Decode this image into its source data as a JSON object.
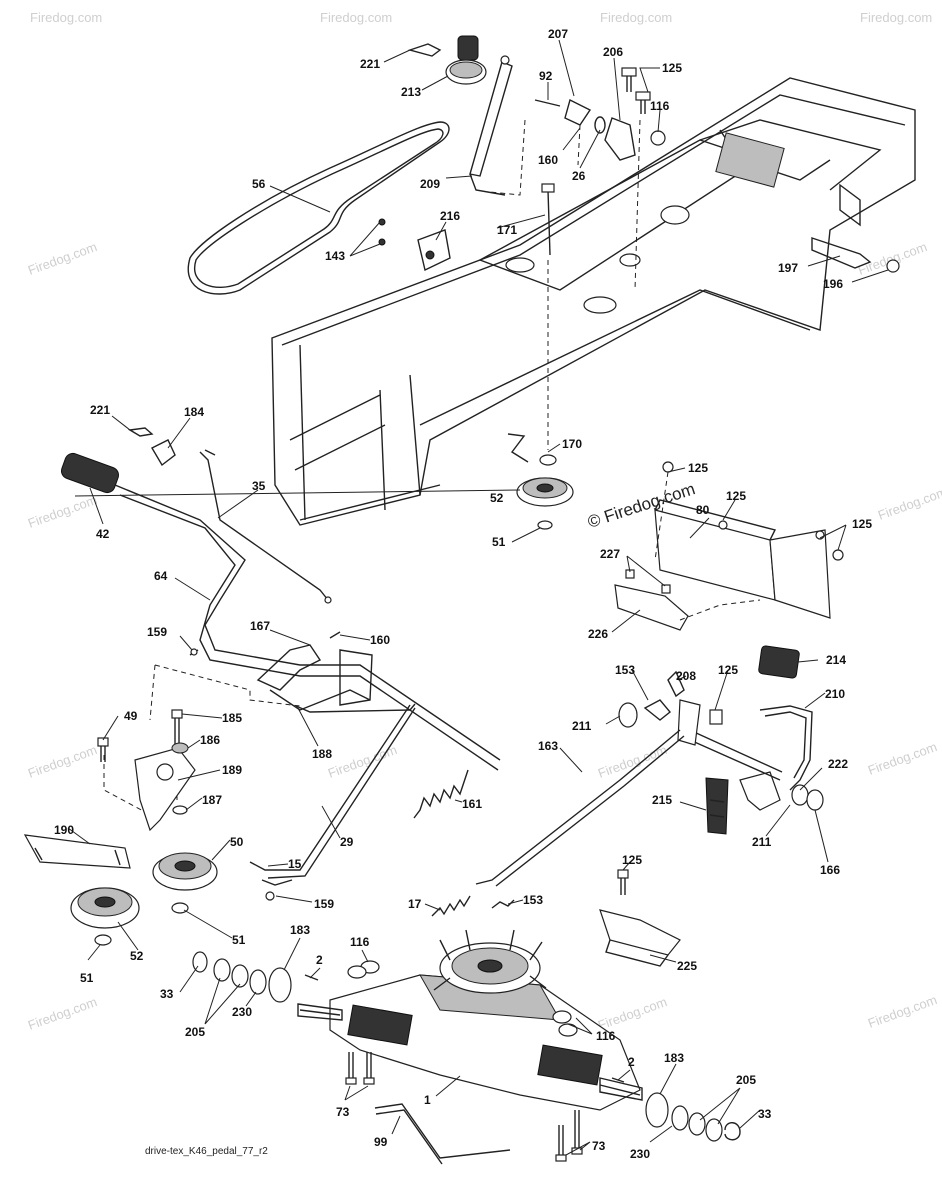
{
  "watermark": {
    "brand": "Firedog.com",
    "center_text": "© Firedog.com"
  },
  "footer": {
    "drawing_id": "drive-tex_K46_pedal_77_r2"
  },
  "callouts": [
    "221",
    "213",
    "207",
    "206",
    "92",
    "125",
    "116",
    "160",
    "26",
    "56",
    "209",
    "171",
    "216",
    "143",
    "197",
    "196",
    "221",
    "184",
    "170",
    "42",
    "35",
    "52",
    "125",
    "51",
    "80",
    "125",
    "125",
    "64",
    "227",
    "167",
    "160",
    "159",
    "226",
    "214",
    "153",
    "208",
    "125",
    "210",
    "211",
    "49",
    "185",
    "186",
    "188",
    "163",
    "189",
    "222",
    "187",
    "161",
    "215",
    "190",
    "50",
    "29",
    "211",
    "166",
    "15",
    "159",
    "125",
    "17",
    "153",
    "51",
    "225",
    "183",
    "116",
    "2",
    "33",
    "52",
    "205",
    "230",
    "51",
    "116",
    "2",
    "183",
    "205",
    "73",
    "1",
    "33",
    "230",
    "99",
    "73"
  ]
}
